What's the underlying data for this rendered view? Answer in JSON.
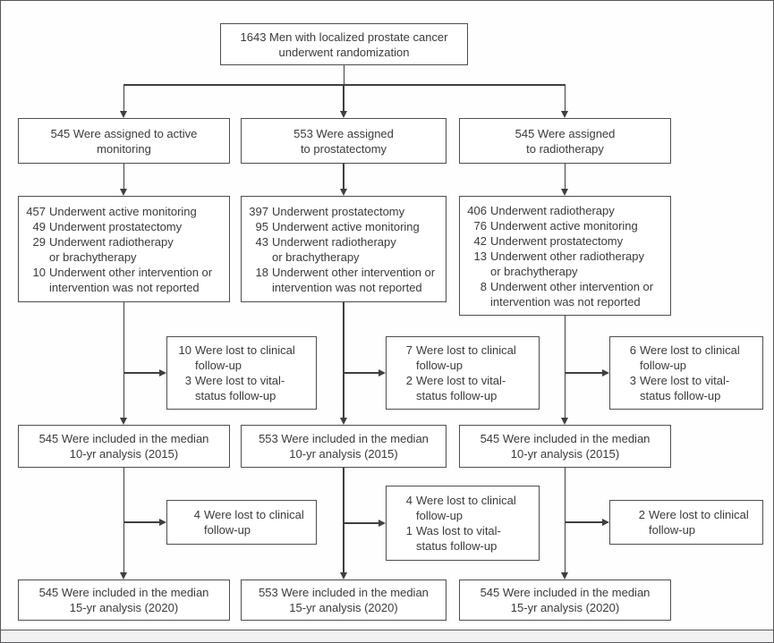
{
  "figure": {
    "randomization_box": {
      "lines": [
        "1643 Men with localized prostate cancer",
        "underwent randomization"
      ]
    },
    "columns": [
      {
        "id": "active-monitoring",
        "assigned": {
          "lines": [
            "545 Were assigned to active",
            "monitoring"
          ]
        },
        "treatment": {
          "items": [
            {
              "num": "457",
              "lines": [
                "Underwent active monitoring"
              ]
            },
            {
              "num": "49",
              "lines": [
                "Underwent prostatectomy"
              ]
            },
            {
              "num": "29",
              "lines": [
                "Underwent radiotherapy",
                "or brachytherapy"
              ]
            },
            {
              "num": "10",
              "lines": [
                "Underwent other intervention or",
                "intervention was not reported"
              ]
            }
          ]
        },
        "lost_10yr": {
          "items": [
            {
              "num": "10",
              "lines": [
                "Were lost to clinical",
                "follow-up"
              ]
            },
            {
              "num": "3",
              "lines": [
                "Were lost to vital-",
                "status follow-up"
              ]
            }
          ]
        },
        "analysis_10yr": {
          "lines": [
            "545 Were included in the median",
            "10-yr analysis (2015)"
          ]
        },
        "lost_15yr": {
          "items": [
            {
              "num": "4",
              "lines": [
                "Were lost to clinical",
                "follow-up"
              ]
            }
          ]
        },
        "analysis_15yr": {
          "lines": [
            "545 Were included in the median",
            "15-yr analysis (2020)"
          ]
        }
      },
      {
        "id": "prostatectomy",
        "assigned": {
          "lines": [
            "553 Were assigned",
            "to prostatectomy"
          ]
        },
        "treatment": {
          "items": [
            {
              "num": "397",
              "lines": [
                "Underwent prostatectomy"
              ]
            },
            {
              "num": "95",
              "lines": [
                "Underwent active monitoring"
              ]
            },
            {
              "num": "43",
              "lines": [
                "Underwent radiotherapy",
                "or brachytherapy"
              ]
            },
            {
              "num": "18",
              "lines": [
                "Underwent other intervention or",
                "intervention was not reported"
              ]
            }
          ]
        },
        "lost_10yr": {
          "items": [
            {
              "num": "7",
              "lines": [
                "Were lost to clinical",
                "follow-up"
              ]
            },
            {
              "num": "2",
              "lines": [
                "Were lost to vital-",
                "status follow-up"
              ]
            }
          ]
        },
        "analysis_10yr": {
          "lines": [
            "553 Were included in the median",
            "10-yr analysis (2015)"
          ]
        },
        "lost_15yr": {
          "items": [
            {
              "num": "4",
              "lines": [
                "Were lost to clinical",
                "follow-up"
              ]
            },
            {
              "num": "1",
              "lines": [
                "Was lost to vital-",
                "status follow-up"
              ]
            }
          ]
        },
        "analysis_15yr": {
          "lines": [
            "553 Were included in the median",
            "15-yr analysis (2020)"
          ]
        }
      },
      {
        "id": "radiotherapy",
        "assigned": {
          "lines": [
            "545 Were assigned",
            "to radiotherapy"
          ]
        },
        "treatment": {
          "items": [
            {
              "num": "406",
              "lines": [
                "Underwent radiotherapy"
              ]
            },
            {
              "num": "76",
              "lines": [
                "Underwent active monitoring"
              ]
            },
            {
              "num": "42",
              "lines": [
                "Underwent prostatectomy"
              ]
            },
            {
              "num": "13",
              "lines": [
                "Underwent other radiotherapy",
                "or brachytherapy"
              ]
            },
            {
              "num": "8",
              "lines": [
                "Underwent other intervention or",
                "intervention was not reported"
              ]
            }
          ]
        },
        "lost_10yr": {
          "items": [
            {
              "num": "6",
              "lines": [
                "Were lost to clinical",
                "follow-up"
              ]
            },
            {
              "num": "3",
              "lines": [
                "Were lost to vital-",
                "status follow-up"
              ]
            }
          ]
        },
        "analysis_10yr": {
          "lines": [
            "545 Were included in the median",
            "10-yr analysis (2015)"
          ]
        },
        "lost_15yr": {
          "items": [
            {
              "num": "2",
              "lines": [
                "Were lost to clinical",
                "follow-up"
              ]
            }
          ]
        },
        "analysis_15yr": {
          "lines": [
            "545 Were included in the median",
            "15-yr analysis (2020)"
          ]
        }
      }
    ],
    "colors": {
      "text": "#3a3a3a",
      "box_border": "#4e4e4e",
      "connector": "#3f3f3f",
      "footer_bar_bg": "#f1f1ef"
    }
  }
}
